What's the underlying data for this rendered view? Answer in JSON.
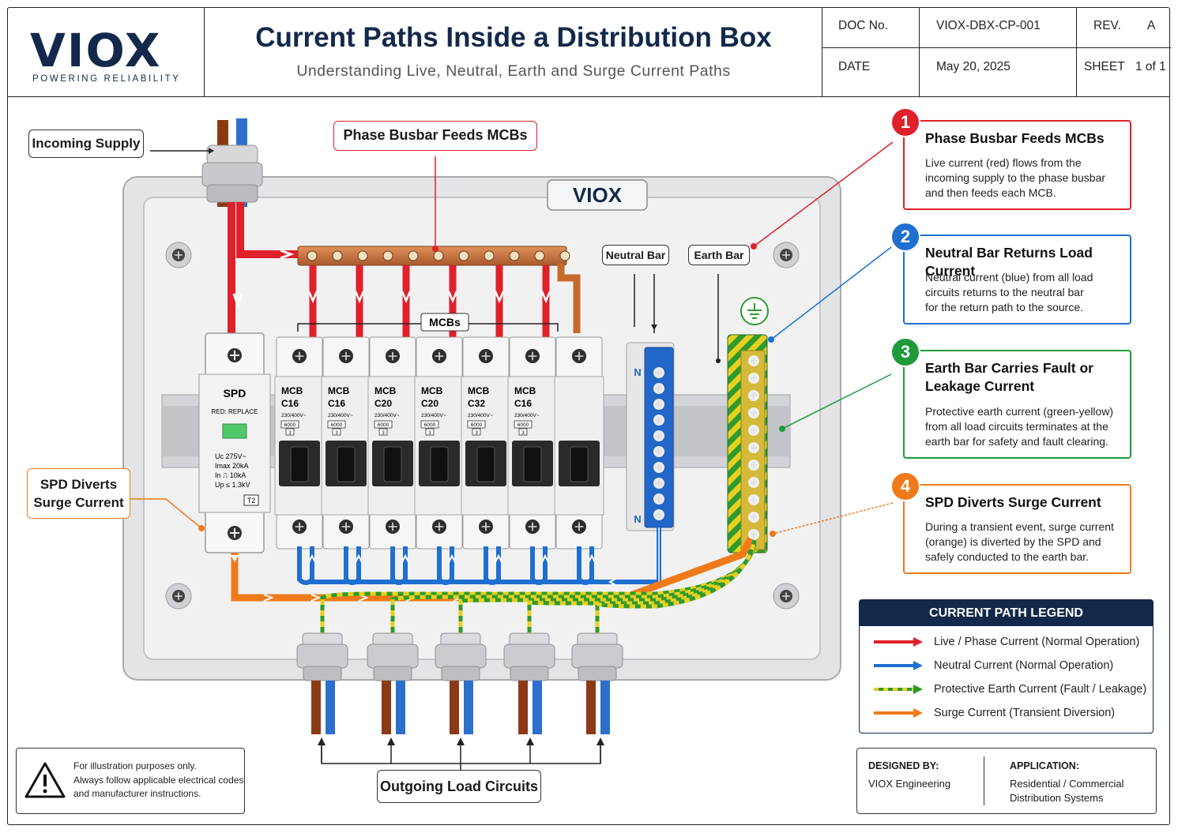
{
  "header": {
    "logo": "VIOX",
    "logo_tagline": "POWERING RELIABILITY",
    "title": "Current Paths Inside a Distribution Box",
    "subtitle": "Understanding Live, Neutral, Earth and Surge Current Paths",
    "doc_no_label": "DOC No.",
    "doc_no": "VIOX-DBX-CP-001",
    "rev_label": "REV.",
    "rev": "A",
    "date_label": "DATE",
    "date": "May 20, 2025",
    "sheet_label": "SHEET",
    "sheet": "1 of 1"
  },
  "diagram": {
    "box_nameplate": "VIOX",
    "callouts": {
      "incoming": "Incoming Supply",
      "phase_busbar": "Phase Busbar Feeds MCBs",
      "mcbs": "MCBs",
      "neutral_bar": "Neutral Bar",
      "earth_bar": "Earth Bar",
      "spd_diverts": [
        "SPD Diverts",
        "Surge Current"
      ],
      "outgoing": "Outgoing Load Circuits"
    },
    "spd": {
      "label": "SPD",
      "status": "RED: REPLACE",
      "specs": [
        "Uc  275V~",
        "Imax  20kA",
        "In  ⎍  10kA",
        "Up ≤ 1.3kV"
      ],
      "type": "T2"
    },
    "mcbs": [
      {
        "name": "MCB",
        "rating": "C16",
        "volt": "230/400V~",
        "code": "6000",
        "cls": "3"
      },
      {
        "name": "MCB",
        "rating": "C16",
        "volt": "230/400V~",
        "code": "6000",
        "cls": "3"
      },
      {
        "name": "MCB",
        "rating": "C20",
        "volt": "230/400V~",
        "code": "6000",
        "cls": "3"
      },
      {
        "name": "MCB",
        "rating": "C20",
        "volt": "230/400V~",
        "code": "6000",
        "cls": "3"
      },
      {
        "name": "MCB",
        "rating": "C32",
        "volt": "230/400V~",
        "code": "6000",
        "cls": "3"
      },
      {
        "name": "MCB",
        "rating": "C16",
        "volt": "230/400V~",
        "code": "6000",
        "cls": "3"
      },
      {
        "name": "",
        "rating": "",
        "volt": "",
        "code": "",
        "cls": ""
      }
    ],
    "neutral_mark": "N"
  },
  "info": [
    {
      "num": "1",
      "title": "Phase Busbar Feeds MCBs",
      "lines": [
        "Live current (red) flows from the",
        "incoming supply to the phase busbar",
        "and then feeds each MCB."
      ],
      "color": "#e0202a"
    },
    {
      "num": "2",
      "title": "Neutral Bar Returns Load Current",
      "lines": [
        "Neutral current (blue) from all load",
        "circuits returns to the neutral bar",
        "for the return path to the source."
      ],
      "color": "#1f6fd0"
    },
    {
      "num": "3",
      "title_lines": [
        "Earth Bar Carries Fault or",
        "Leakage Current"
      ],
      "lines": [
        "Protective earth current (green-yellow)",
        "from all load circuits terminates at the",
        "earth bar for safety and fault clearing."
      ],
      "color": "#1f9a3a"
    },
    {
      "num": "4",
      "title": "SPD Diverts Surge Current",
      "lines": [
        "During a transient event, surge current",
        "(orange) is diverted by the SPD and",
        "safely conducted to the earth bar."
      ],
      "color": "#f07a1a"
    }
  ],
  "legend": {
    "title": "CURRENT PATH LEGEND",
    "rows": [
      {
        "label": "Live / Phase Current (Normal Operation)",
        "color": "#e0202a"
      },
      {
        "label": "Neutral Current (Normal Operation)",
        "color": "#1f6fd0"
      },
      {
        "label": "Protective Earth Current (Fault / Leakage)",
        "color": "#2e9a2e"
      },
      {
        "label": "Surge Current (Transient Diversion)",
        "color": "#f07a1a"
      }
    ]
  },
  "note": {
    "lines": [
      "For illustration purposes only.",
      "Always follow applicable electrical codes",
      "and manufacturer instructions."
    ]
  },
  "designer": {
    "designed_by_label": "DESIGNED BY:",
    "designed_by": "VIOX Engineering",
    "application_label": "APPLICATION:",
    "application_lines": [
      "Residential / Commercial",
      "Distribution Systems"
    ]
  },
  "icons": [
    "warning-icon",
    "earth-symbol-icon",
    "screw-icon"
  ]
}
